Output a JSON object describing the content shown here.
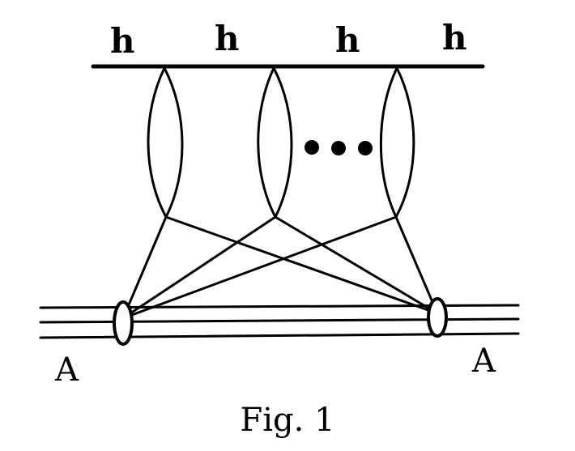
{
  "labels": {
    "h1": "h",
    "h2": "h",
    "h3": "h",
    "h4": "h",
    "a_left": "A",
    "a_right": "A"
  },
  "caption": "Fig. 1",
  "colors": {
    "ink": "#000000",
    "background": "#ffffff"
  }
}
